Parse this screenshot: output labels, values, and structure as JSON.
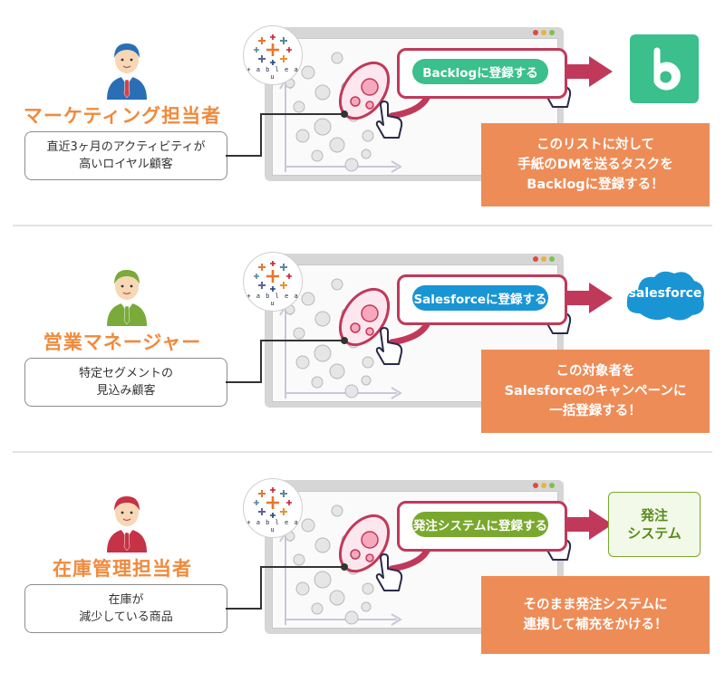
{
  "tableau": {
    "wordmark": "+ a b l e a u"
  },
  "sections": [
    {
      "role": "マーケティング担当者",
      "description": "直近3ヶ月のアクティビティが\n高いロイヤル顧客",
      "button_label": "Backlogに登録する",
      "button_color": "#3bbf8c",
      "message": "このリストに対して\n手紙のDMを送るタスクを\nBacklogに登録する！",
      "target_icon": "backlog-icon",
      "person_color": "#2a6fb5",
      "tie_color": "#d8404a"
    },
    {
      "role": "営業マネージャー",
      "description": "特定セグメントの\n見込み顧客",
      "button_label": "Salesforceに登録する",
      "button_color": "#1a95d4",
      "message": "この対象者を\nSalesforceのキャンペーンに\n一括登録する！",
      "target_icon": "salesforce-cloud-icon",
      "target_text": "salesforce",
      "person_color": "#7aaa3a",
      "tie_color": "#7aaa3a"
    },
    {
      "role": "在庫管理担当者",
      "description": "在庫が\n減少している商品",
      "button_label": "発注システムに登録する",
      "button_color": "#7aa82e",
      "message": "そのまま発注システムに\n連携して補充をかける！",
      "target_icon": "order-system-box",
      "target_text": "発注\nシステム",
      "person_color": "#c63246",
      "tie_color": "#c63246"
    }
  ],
  "colors": {
    "role_text": "#f08a3c",
    "highlight": "#c0395a",
    "message_bg": "#ee8c57",
    "backlog_green": "#3bbf8c",
    "salesforce_blue": "#1a95d4",
    "order_green": "#7aa82e"
  }
}
